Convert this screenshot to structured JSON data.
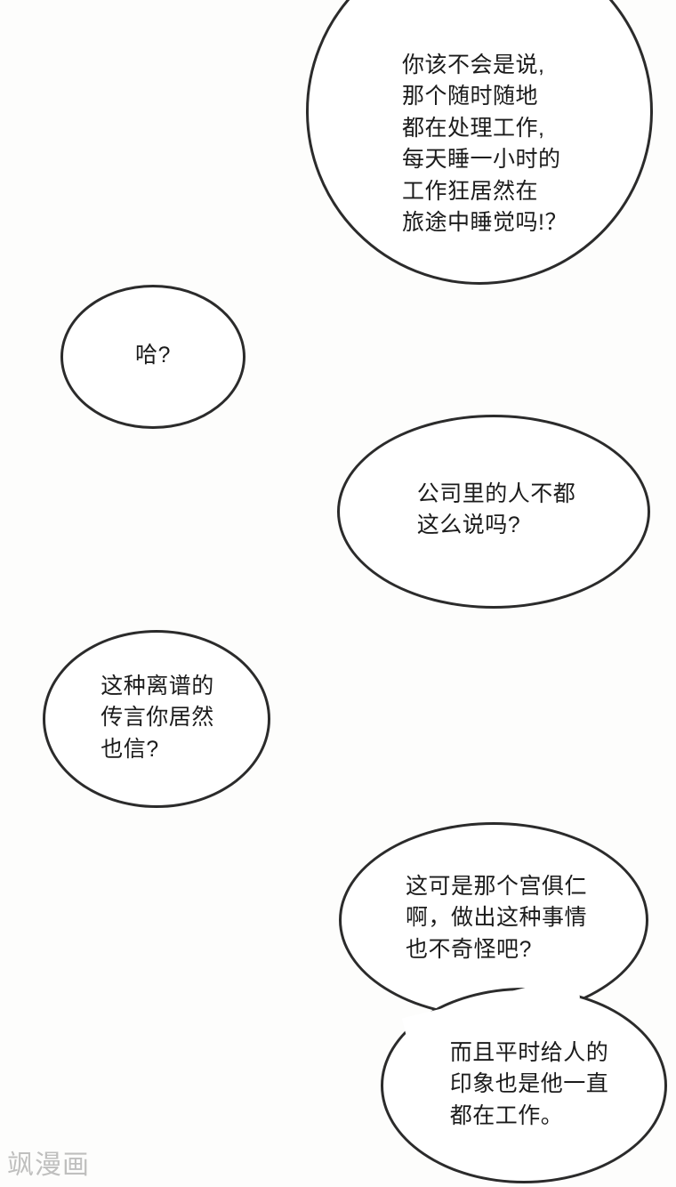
{
  "page": {
    "type": "comic-page",
    "background_color": "#fdfdfc",
    "bubble_border_color": "#2b2b2b",
    "text_color": "#1b1b1b"
  },
  "bubbles": [
    {
      "id": "top-right",
      "shape": "circle",
      "text": "你该不会是说,\n那个随时随地\n都在处理工作,\n每天睡一小时的\n工作狂居然在\n旅途中睡觉吗!？"
    },
    {
      "id": "ha",
      "shape": "ellipse",
      "text": "哈?"
    },
    {
      "id": "company",
      "shape": "ellipse",
      "text": "公司里的人不都\n这么说吗?"
    },
    {
      "id": "rumor",
      "shape": "ellipse",
      "text": "这种离谱的\n传言你居然\n也信?"
    },
    {
      "id": "gong",
      "shape": "ellipse",
      "text": "这可是那个宫俱仁\n啊，做出这种事情\n也不奇怪吧?"
    },
    {
      "id": "impression",
      "shape": "ellipse",
      "text": "而且平时给人的\n印象也是他一直\n都在工作。"
    }
  ],
  "watermark": {
    "text": "飒漫画"
  }
}
